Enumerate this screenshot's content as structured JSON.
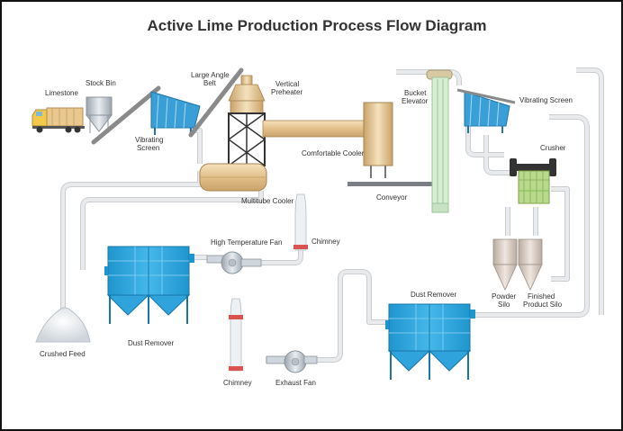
{
  "title": "Active Lime Production Process Flow Diagram",
  "labels": {
    "limestone": "Limestone",
    "stock_bin": "Stock Bin",
    "large_angle_belt_1": "Large Angle",
    "large_angle_belt_2": "Belt",
    "vertical_preheater_1": "Vertical",
    "vertical_preheater_2": "Preheater",
    "vibrating_screen_left_1": "Vibrating",
    "vibrating_screen_left_2": "Screen",
    "bucket_elevator_1": "Bucket",
    "bucket_elevator_2": "Elevator",
    "vibrating_screen_right": "Vibrating Screen",
    "crusher": "Crusher",
    "comfortable_cooler": "Comfortable Cooler",
    "multitube_cooler": "Multitube Cooler",
    "conveyor": "Conveyor",
    "high_temperature_fan": "High Temperature Fan",
    "chimney_top": "Chimney",
    "dust_remover_right": "Dust Remover",
    "powder_silo_1": "Powder",
    "powder_silo_2": "Silo",
    "finished_product_silo_1": "Finished",
    "finished_product_silo_2": "Product Silo",
    "crushed_feed": "Crushed Feed",
    "dust_remover_left": "Dust Remover",
    "chimney_bottom": "Chimney",
    "exhaust_fan": "Exhaust Fan"
  },
  "colors": {
    "pipe": "#e4e6e8",
    "pipe_edge": "#c9ccd0",
    "blue_equipment": "#29a8e0",
    "tan_equipment": "#e7c896",
    "elevator_green": "#d5ecd0",
    "crusher_green": "#b8d98a"
  }
}
